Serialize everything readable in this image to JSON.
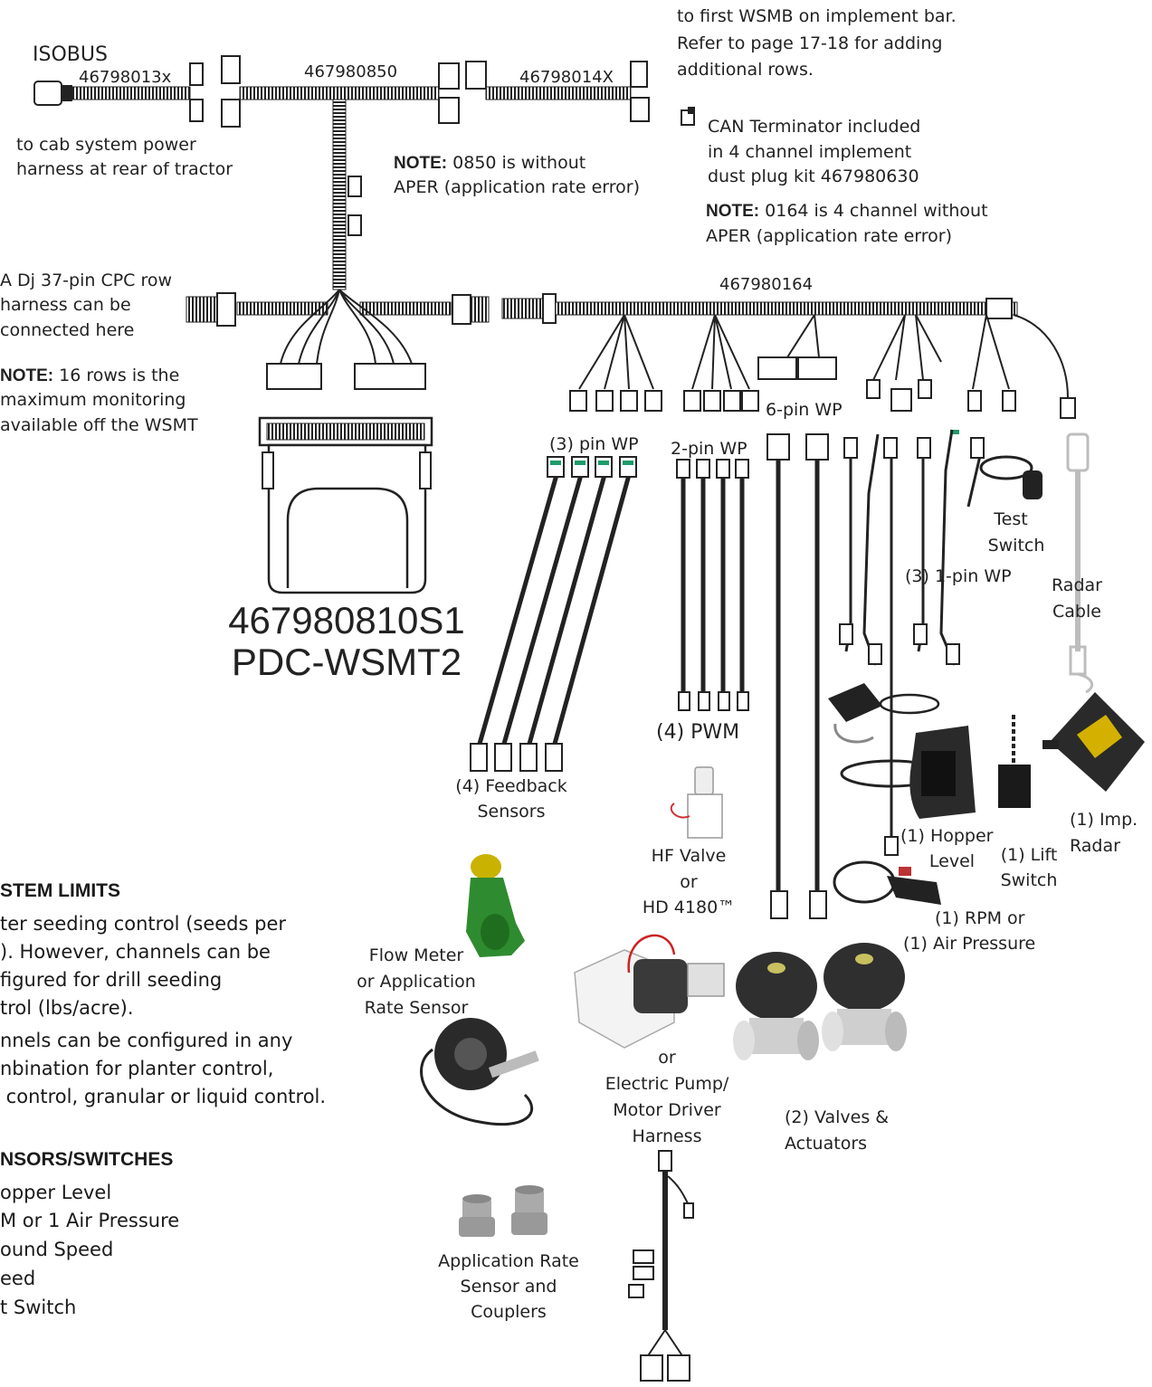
{
  "top_right_note": [
    "to first WSMB on implement bar.",
    "Refer to page 17-18 for adding",
    "additional rows."
  ],
  "isobus_label": "ISOBUS",
  "part_46798013x": "46798013x",
  "part_467980850": "467980850",
  "part_46798014X": "46798014X",
  "cab_note": [
    "to cab system power",
    "harness at rear of tractor"
  ],
  "terminator_note": [
    "CAN Terminator included",
    "in 4 channel implement",
    "dust plug kit 467980630"
  ],
  "note1": {
    "label": "NOTE:",
    "text": " 0850 is without",
    "line2": "APER (application rate error)"
  },
  "note2": {
    "label": "NOTE:",
    "text": " 0164 is 4 channel without",
    "line2": "APER (application rate error)"
  },
  "dj_note": [
    "A Dj 37-pin CPC row",
    "harness can be",
    "connected here"
  ],
  "rows_note": {
    "label": "NOTE:",
    "text": " 16 rows is the",
    "line2": "maximum monitoring",
    "line3": "available off the WSMT"
  },
  "part_467980164": "467980164",
  "module": {
    "part": "467980810S1",
    "name": "PDC-WSMT2"
  },
  "connector_labels": {
    "pin3": "(3) pin WP",
    "pin2": "2-pin WP",
    "pin6": "6-pin WP",
    "pin1": "(3) 1-pin WP"
  },
  "component_labels": {
    "pwm": "(4) PWM",
    "feedback": [
      "(4) Feedback",
      "Sensors"
    ],
    "test_switch": [
      "Test",
      "Switch"
    ],
    "radar_cable": [
      "Radar",
      "Cable"
    ],
    "hopper": [
      "(1) Hopper",
      "Level"
    ],
    "lift": [
      "(1) Lift",
      "Switch"
    ],
    "imp_radar": [
      "(1) Imp.",
      "Radar"
    ],
    "hf_valve": [
      "HF Valve",
      "or",
      "HD 4180™"
    ],
    "rpm": [
      "(1) RPM or",
      "(1) Air Pressure"
    ],
    "flow_meter": [
      "Flow Meter",
      "or Application",
      "Rate Sensor"
    ],
    "pump": [
      "or",
      "Electric Pump/",
      "Motor Driver",
      "Harness"
    ],
    "valves": [
      "(2) Valves &",
      "Actuators"
    ],
    "app_rate": [
      "Application Rate",
      "Sensor and",
      "Couplers"
    ]
  },
  "system_limits": {
    "heading": "STEM LIMITS",
    "lines": [
      "ter seeding control (seeds per",
      "). However, channels can be",
      "figured for drill seeding",
      "trol (lbs/acre).",
      "nnels can be configured in any",
      "nbination for planter control,",
      " control, granular or liquid control."
    ]
  },
  "sensors": {
    "heading": "NSORS/SWITCHES",
    "lines": [
      "opper Level",
      "M or 1 Air Pressure",
      "ound Speed",
      "eed",
      "t Switch"
    ]
  },
  "colors": {
    "line": "#1a1a1a",
    "green_connector": "#1f9a6b",
    "green_part": "#2e8b3a",
    "valve_dark": "#333333",
    "metal": "#b8b8b8",
    "radar_cable": "#c8c8c8"
  }
}
